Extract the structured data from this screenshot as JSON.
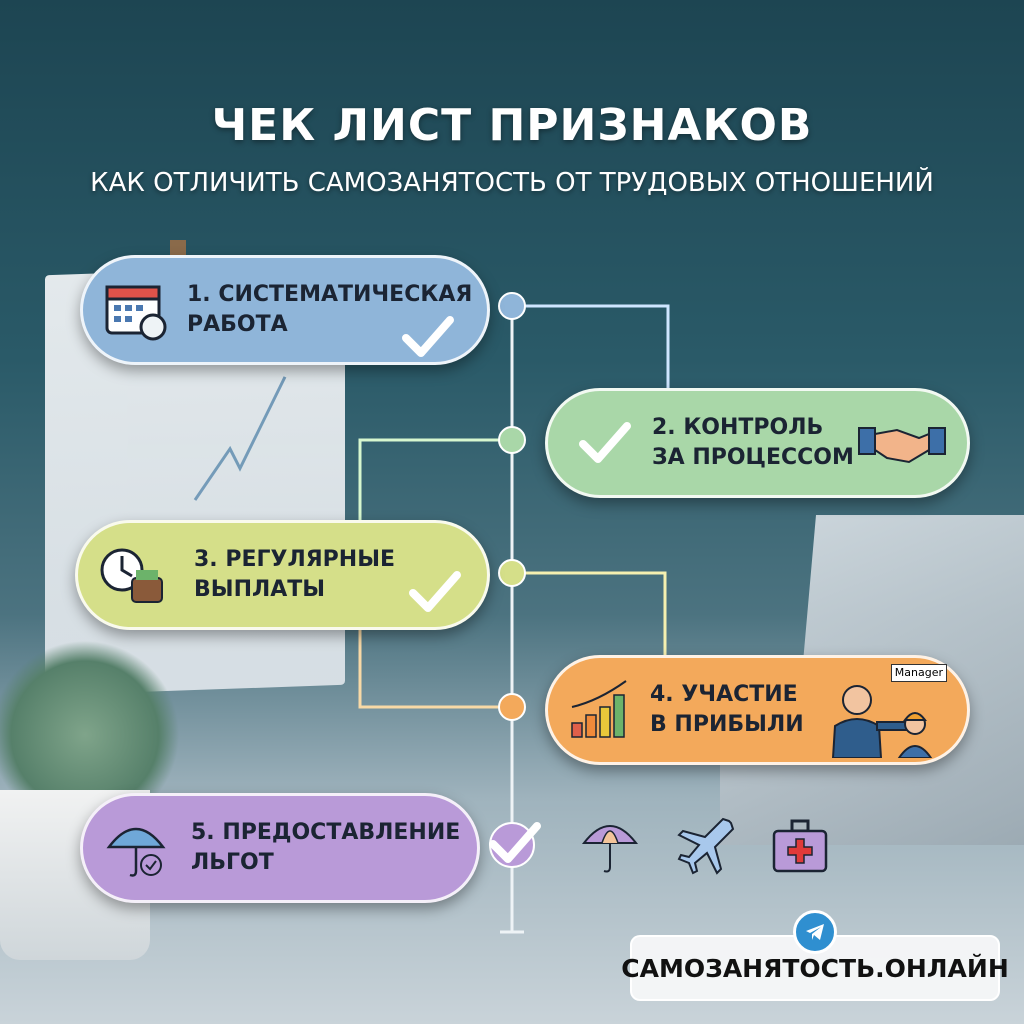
{
  "header": {
    "title": "ЧЕК ЛИСТ ПРИЗНАКОВ",
    "subtitle": "КАК ОТЛИЧИТЬ САМОЗАНЯТОСТЬ ОТ ТРУДОВЫХ ОТНОШЕНИЙ"
  },
  "items": [
    {
      "line1": "1. СИСТЕМАТИЧЕСКАЯ",
      "line2": "РАБОТА",
      "icon": "calendar-icon",
      "color": "#8fb5d9"
    },
    {
      "line1": "2. КОНТРОЛЬ",
      "line2": "ЗА ПРОЦЕССОМ",
      "icon": "handshake-icon",
      "color": "#a9d7a8"
    },
    {
      "line1": "3. РЕГУЛЯРНЫЕ",
      "line2": "ВЫПЛАТЫ",
      "icon": "clock-wallet-icon",
      "color": "#d5df89"
    },
    {
      "line1": "4. УЧАСТИЕ",
      "line2": "В ПРИБЫЛИ",
      "icon": "growth-chart-icon",
      "color": "#f3a95b",
      "badge": "Manager"
    },
    {
      "line1": "5. ПРЕДОСТАВЛЕНИЕ",
      "line2": "ЛЬГОТ",
      "icon": "umbrella-icon",
      "color": "#b99ad8"
    }
  ],
  "footer": {
    "site": "САМОЗАНЯТОСТЬ.ОНЛАЙН"
  }
}
